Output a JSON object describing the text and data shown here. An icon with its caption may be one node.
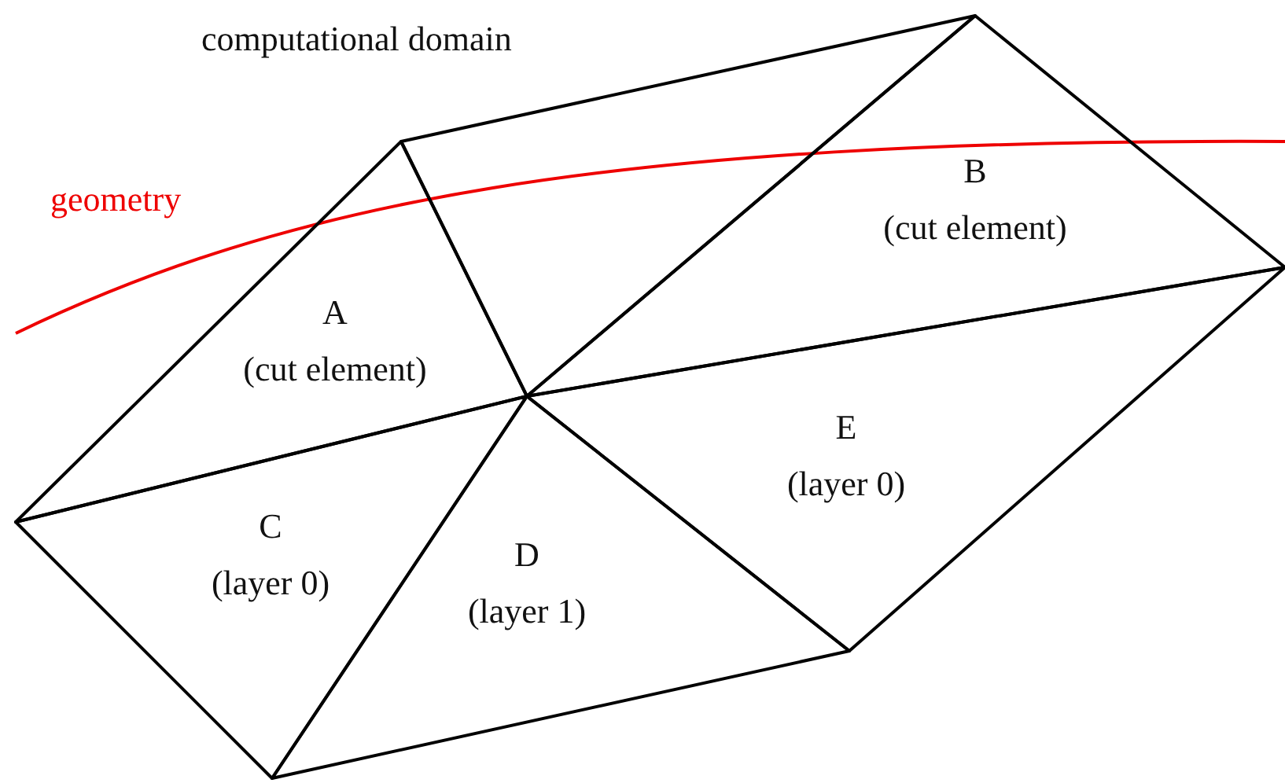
{
  "diagram": {
    "nodes": [
      {
        "text": [],
        "shape": "triangle"
      },
      {
        "text": [
          "B",
          "(cut element)"
        ]
      },
      {
        "text": [
          "A",
          "(cut element)"
        ]
      },
      {
        "text": [
          "E",
          "(layer 0)"
        ]
      },
      {
        "text": [
          "C",
          "(layer 0)"
        ]
      },
      {
        "text": [
          "D",
          "(layer 1)"
        ]
      }
    ],
    "edges": [],
    "labels": [
      "computational domain",
      "geometry"
    ]
  }
}
